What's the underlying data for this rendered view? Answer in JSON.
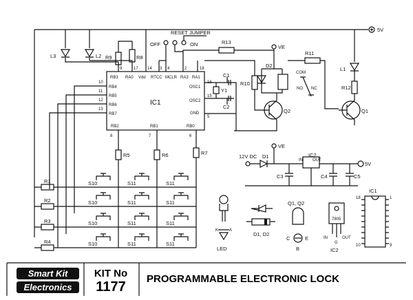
{
  "power": {
    "vcc": "5V",
    "ve": "VE",
    "ve2": "VE",
    "dc_in": "12V DC",
    "out": "5V"
  },
  "jumper": {
    "title": "RESET JUMPER",
    "off": "OFF",
    "on": "ON"
  },
  "ic1": {
    "label": "IC1",
    "pins_top": [
      "RB3",
      "RA0",
      "Vdd",
      "RTCC",
      "MCLR",
      "RA3",
      "RA1"
    ],
    "pin_nums_top": [
      "9",
      "17",
      "14",
      "3",
      "4",
      "2",
      "18"
    ],
    "pins_left": [
      "RB4",
      "RB5",
      "RB6",
      "RB7"
    ],
    "pin_nums_left": [
      "10",
      "11",
      "12",
      "13"
    ],
    "pins_right": [
      "OSC1",
      "OSC2",
      "GND"
    ],
    "pin_nums_right": [
      "16",
      "15",
      "5"
    ],
    "pins_bottom": [
      "RB2",
      "RB1",
      "RB0"
    ],
    "pin_nums_bottom": [
      "8",
      "7",
      "6"
    ]
  },
  "components": {
    "l3": "L3",
    "l2": "L2",
    "l1": "L1",
    "r9": "R9",
    "r8": "R8",
    "r13": "R13",
    "r10": "R10",
    "r11": "R11",
    "r12": "R12",
    "d2": "D2",
    "q2": "Q2",
    "q1": "Q1",
    "c1": "C1",
    "c2": "C2",
    "y1": "Y1",
    "r5": "R5",
    "r6": "R6",
    "r7": "R7",
    "r1": "R1",
    "r2": "R2",
    "r3": "R3",
    "r4": "R4",
    "d1": "D1",
    "ic2": "IC2",
    "c3": "C3",
    "c4": "C4",
    "c5": "C5",
    "in": "IN",
    "out": "OUT",
    "com": "COM",
    "no": "NO",
    "nc": "NC"
  },
  "switches": {
    "s10": "S10",
    "s11": "S11"
  },
  "legend": {
    "led": "LED",
    "k": "K",
    "a": "A",
    "diodes": "D1, D2",
    "transistors": "Q1, Q2",
    "c": "C",
    "e": "E",
    "b": "B",
    "ic2": "IC2",
    "reg": "7805",
    "reg_in": "IN",
    "reg_g": "G",
    "reg_out": "OUT",
    "ic1": "IC1",
    "p18": "18",
    "p1": "1",
    "p10": "10",
    "p9": "9"
  },
  "footer": {
    "brand1": "Smart Kit",
    "brand2": "Electronics",
    "kit_label": "KIT No",
    "kit_no": "1177",
    "title": "PROGRAMMABLE ELECTRONIC LOCK"
  }
}
